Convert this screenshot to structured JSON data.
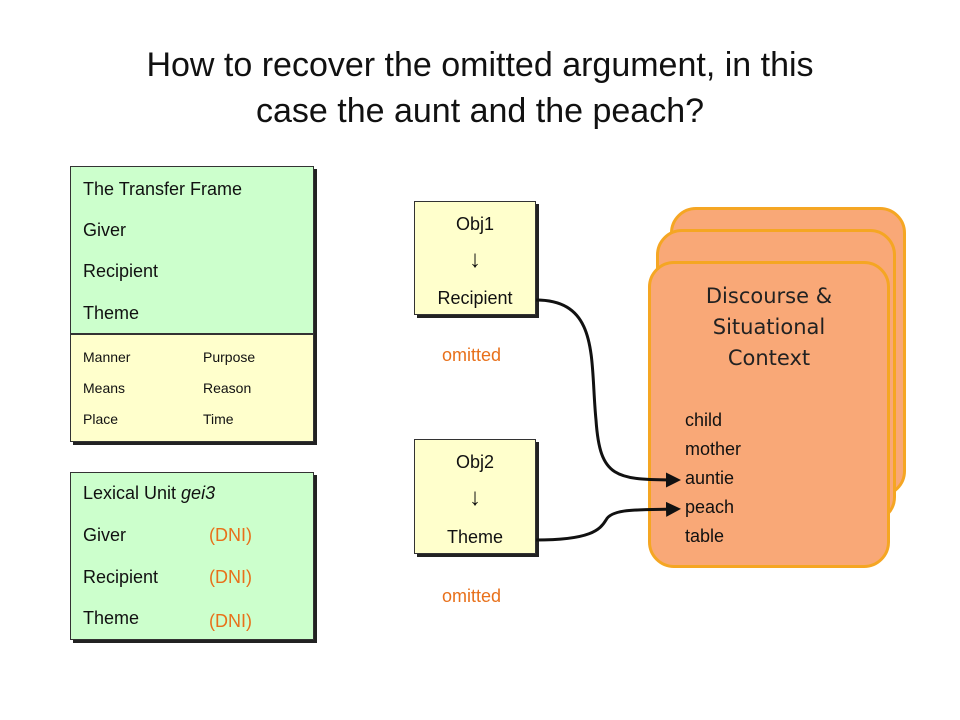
{
  "title_line1": "How to recover the omitted argument, in this",
  "title_line2": "case the aunt and the peach?",
  "transfer_frame": {
    "header": "The Transfer Frame",
    "core": [
      "Giver",
      "Recipient",
      "Theme"
    ],
    "peripheral_left": [
      "Manner",
      "Means",
      "Place"
    ],
    "peripheral_right": [
      "Purpose",
      "Reason",
      "Time"
    ]
  },
  "lexical_unit": {
    "header_prefix": "Lexical Unit ",
    "header_word": "gei3",
    "roles": [
      "Giver",
      "Recipient",
      "Theme"
    ],
    "values": [
      "(DNI)",
      "(DNI)",
      "(DNI)"
    ]
  },
  "obj1": {
    "label": "Obj1",
    "arrow": "↓",
    "role": "Recipient",
    "status": "omitted"
  },
  "obj2": {
    "label": "Obj2",
    "arrow": "↓",
    "role": "Theme",
    "status": "omitted"
  },
  "context": {
    "title_line1": "Discourse &",
    "title_line2": "Situational",
    "title_line3": "Context",
    "items": [
      "child",
      "mother",
      "auntie",
      "peach",
      "table"
    ]
  },
  "colors": {
    "core_bg": "#ccffcc",
    "peripheral_bg": "#ffffcc",
    "accent_orange": "#e8701a",
    "card_fill": "#f9a877",
    "card_border": "#f5a623"
  }
}
